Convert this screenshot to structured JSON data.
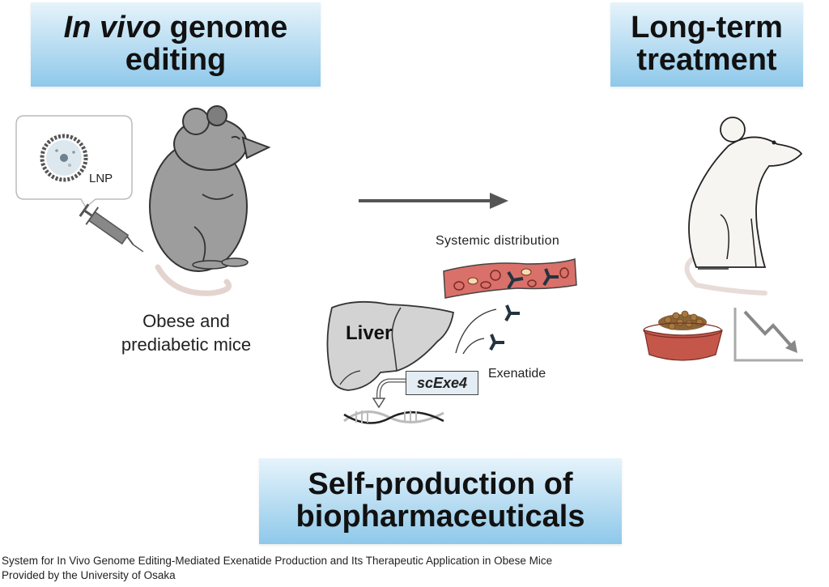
{
  "boxes": {
    "genome_editing": {
      "italic": "In vivo",
      "rest": "genome",
      "line2": "editing"
    },
    "long_term": {
      "line1": "Long-term",
      "line2": "treatment"
    },
    "self_production": {
      "line1": "Self-production of",
      "line2": "biopharmaceuticals"
    }
  },
  "labels": {
    "lnp": "LNP",
    "mice_line1": "Obese and",
    "mice_line2": "prediabetic mice",
    "systemic": "Systemic distribution",
    "liver": "Liver",
    "exenatide": "Exenatide",
    "scexe4": "scExe4"
  },
  "caption": {
    "line1": "System for In Vivo Genome Editing-Mediated Exenatide Production and Its Therapeutic Application in Obese Mice",
    "line2": "Provided by the University of Osaka"
  },
  "colors": {
    "box_gradient_top": "#e6f3fb",
    "box_gradient_bottom": "#8ec8ea",
    "obese_mouse": "#9d9d9d",
    "vessel": "#d9706a",
    "bowl": "#c4574a",
    "liver": "#d3d3d3",
    "arrow": "#555555"
  }
}
